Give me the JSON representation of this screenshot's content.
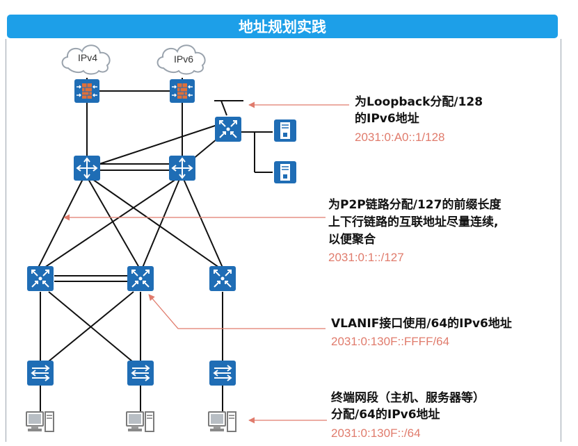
{
  "title": "地址规划实践",
  "clouds": [
    {
      "label": "IPv4"
    },
    {
      "label": "IPv6"
    }
  ],
  "annotations": {
    "loopback": {
      "lines": [
        "为Loopback分配/128",
        "的IPv6地址"
      ],
      "address": "2031:0:A0::1/128"
    },
    "p2p": {
      "lines": [
        "为P2P链路分配/127的前缀长度",
        "上下行链路的互联地址尽量连续,",
        "以便聚合"
      ],
      "address": "2031:0:1::/127"
    },
    "vlanif": {
      "lines": [
        "VLANIF接口使用/64的IPv6地址"
      ],
      "address": "2031:0:130F::FFFF/64"
    },
    "terminal": {
      "lines": [
        "终端网段（主机、服务器等）",
        "分配/64的IPv6地址"
      ],
      "address": "2031:0:130F::/64"
    }
  },
  "colors": {
    "title_bar": "#1d9fe8",
    "device_blue": "#1f6db5",
    "firewall_brick": "#e0703a",
    "address_text": "#e07b6c",
    "arrow": "#e07b6c"
  },
  "icons": [
    "cloud-icon",
    "firewall-icon",
    "router-icon",
    "core-switch-icon",
    "server-icon",
    "access-switch-icon",
    "pc-icon"
  ]
}
